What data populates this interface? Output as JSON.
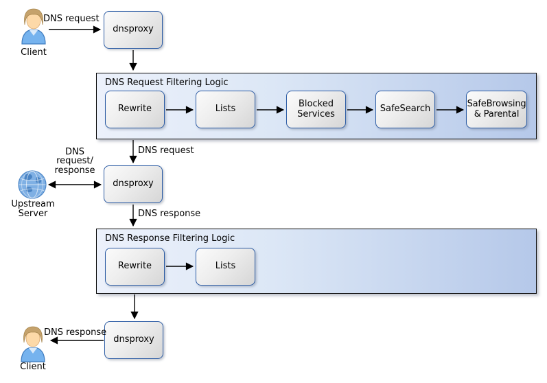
{
  "actors": {
    "client_top": {
      "label": "Client"
    },
    "upstream_server": {
      "label_lines": [
        "Upstream",
        "Server"
      ]
    },
    "client_bottom": {
      "label": "Client"
    }
  },
  "proxies": {
    "top": {
      "label": "dnsproxy"
    },
    "middle": {
      "label": "dnsproxy"
    },
    "bottom": {
      "label": "dnsproxy"
    }
  },
  "request_logic": {
    "title": "DNS Request Filtering Logic",
    "steps": [
      "Rewrite",
      "Lists",
      "Blocked Services",
      "SafeSearch",
      "SafeBrowsing & Parental"
    ]
  },
  "response_logic": {
    "title": "DNS Response Filtering Logic",
    "steps": [
      "Rewrite",
      "Lists"
    ]
  },
  "edge_labels": {
    "client_to_proxy": "DNS request",
    "logic_to_proxy": "DNS request",
    "upstream_link_lines": [
      "DNS",
      "request/",
      "response"
    ],
    "proxy_to_response_logic": "DNS response",
    "proxy_to_client": "DNS response"
  },
  "icons": {
    "client_top": "person-icon",
    "upstream_server": "globe-icon",
    "client_bottom": "person-icon"
  },
  "colors": {
    "node_border": "#2b5ba4",
    "node_fill_light": "#fbfbfb",
    "node_fill_dark": "#d6d6d6",
    "container_border": "#0b0b0b",
    "container_fill_left": "#ecf1fb",
    "container_fill_right": "#b5c8e9",
    "arrow": "#000000",
    "text": "#000000",
    "globe_fill": "#7fb0e4",
    "person_shirt": "#76b3ee"
  }
}
